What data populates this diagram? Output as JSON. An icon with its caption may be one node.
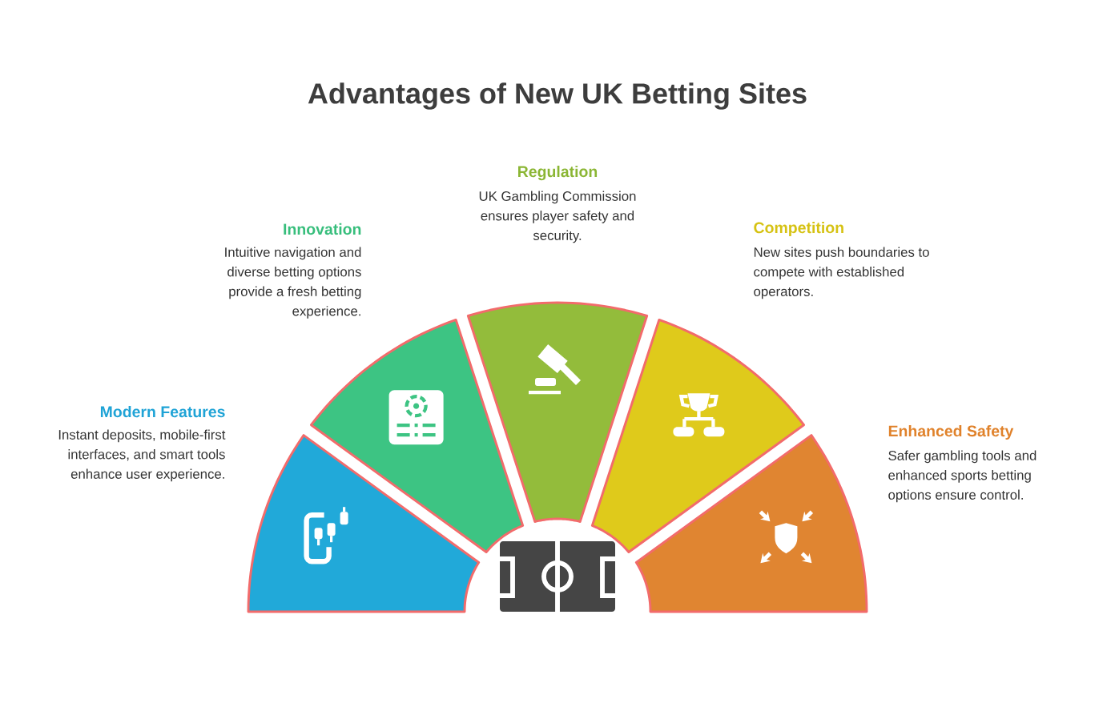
{
  "diagram": {
    "title": "Advantages of New UK Betting Sites",
    "nodes": [
      {
        "text": [
          "Modern Features",
          "Instant deposits, mobile-first interfaces, and smart tools enhance user experience."
        ]
      },
      {
        "text": [
          "Innovation",
          "Intuitive navigation and diverse betting options provide a fresh betting experience."
        ]
      },
      {
        "text": [
          "Regulation",
          "UK Gambling Commission ensures player safety and security."
        ]
      },
      {
        "text": [
          "Competition",
          "New sites push boundaries to compete with established operators."
        ]
      },
      {
        "text": [
          "Enhanced Safety",
          "Safer gambling tools and enhanced sports betting options ensure control."
        ]
      }
    ]
  }
}
